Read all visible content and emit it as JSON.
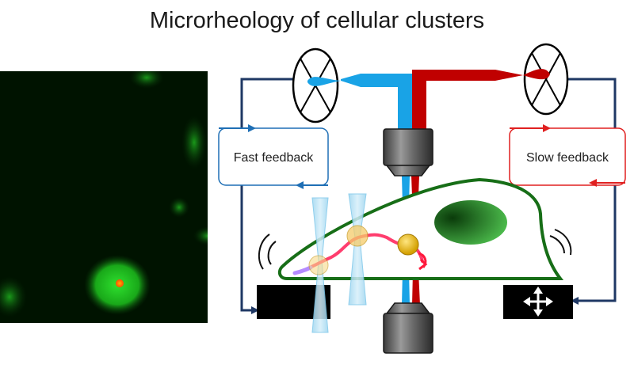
{
  "title": "Microrheology of cellular clusters",
  "fast_feedback": {
    "label": "Fast feedback",
    "color": "#1f6fb5"
  },
  "slow_feedback": {
    "label": "Slow feedback",
    "color": "#e02020"
  },
  "colors": {
    "loop": "#1f3864",
    "beam_blue": "#19a3e6",
    "beam_red": "#c00000",
    "cell_outline": "#176e17",
    "stage": "#000000",
    "micrograph_bg": "#001300",
    "fluorescence": "#1bbf1b",
    "tracer": "#ff6a00"
  },
  "icons": {
    "mirror_left": "galvo-mirror-icon",
    "mirror_right": "galvo-mirror-icon",
    "stage_move": "four-way-arrow-icon"
  }
}
